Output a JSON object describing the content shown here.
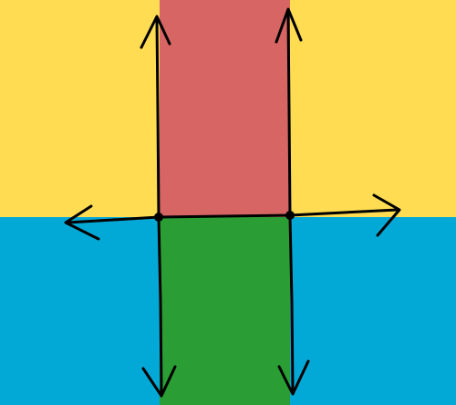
{
  "diagram": {
    "colors": {
      "top_region": "#FFDC52",
      "bottom_region": "#03A9D6",
      "top_strip": "#D66564",
      "bottom_strip": "#2A9E34",
      "ink": "#000000"
    },
    "regions": [
      {
        "name": "top-left-yellow",
        "color_key": "top_region"
      },
      {
        "name": "top-right-yellow",
        "color_key": "top_region"
      },
      {
        "name": "bottom-left-blue",
        "color_key": "bottom_region"
      },
      {
        "name": "bottom-right-blue",
        "color_key": "bottom_region"
      },
      {
        "name": "red-strip",
        "color_key": "top_strip"
      },
      {
        "name": "green-strip",
        "color_key": "bottom_strip"
      }
    ],
    "arrows": [
      {
        "name": "left-vertical-up-arrow",
        "direction": "up"
      },
      {
        "name": "right-vertical-up-arrow",
        "direction": "up"
      },
      {
        "name": "left-vertical-down-arrow",
        "direction": "down"
      },
      {
        "name": "right-vertical-down-arrow",
        "direction": "down"
      },
      {
        "name": "horizontal-left-arrow",
        "direction": "left"
      },
      {
        "name": "horizontal-right-arrow",
        "direction": "right"
      }
    ],
    "intersection_points": 2
  }
}
